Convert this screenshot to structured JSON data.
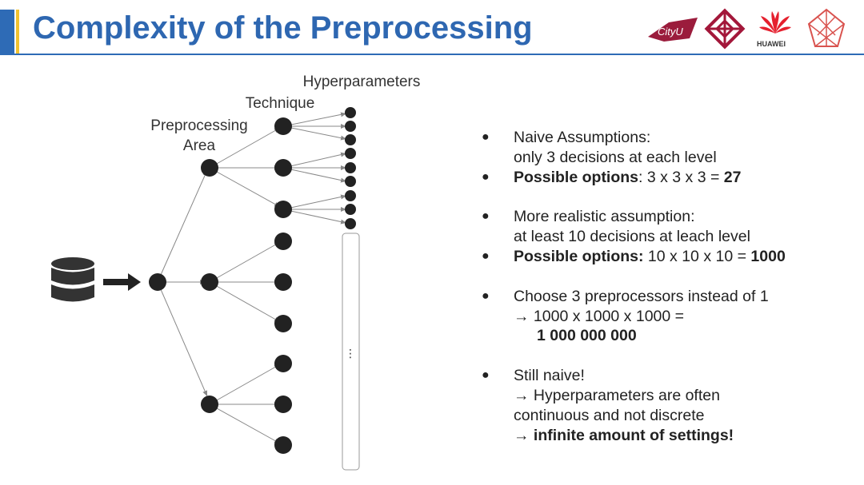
{
  "title": "Complexity of the Preprocessing",
  "logos": {
    "cityu_text": "CityU",
    "huawei_text": "HUAWEI"
  },
  "diagram": {
    "hyperparameters_label": "Hyperparameters",
    "technique_label": "Technique",
    "area_label_line1": "Preprocessing",
    "area_label_line2": "Area",
    "ellipsis": "⋮"
  },
  "bullets": {
    "b1_line1": "Naive Assumptions:",
    "b1_line2": "only 3 decisions at each level",
    "b2_bold": "Possible options",
    "b2_rest": ": 3 x 3 x 3 = ",
    "b2_result": "27",
    "b3_line1": "More realistic assumption:",
    "b3_line2": "at least 10 decisions at leach level",
    "b4_bold": "Possible options:",
    "b4_rest": " 10 x 10 x 10 = ",
    "b4_result": "1000",
    "b5_line1": "Choose 3 preprocessors instead of 1",
    "b5_line2": "→ 1000 x 1000 x 1000 =",
    "b5_line3": "1 000 000 000",
    "b6_line1": "Still naive!",
    "b6_line2": "→ Hyperparameters are often",
    "b6_line3": "continuous and not discrete",
    "b6_line4_arrow": "→ ",
    "b6_line4_bold": "infinite amount of settings!"
  }
}
